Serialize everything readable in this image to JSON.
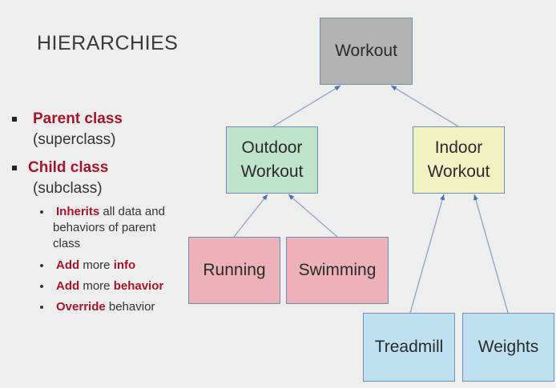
{
  "title": "HIERARCHIES",
  "bullets": {
    "parent_label": "Parent class",
    "parent_sub": "(superclass)",
    "child_label": "Child class",
    "child_sub": "(subclass)",
    "items": [
      {
        "emph": "Inherits",
        "rest_line1": " all data and",
        "rest_line2": "behaviors of parent",
        "rest_line3": "class"
      },
      {
        "emph": "Add",
        "mid": " more ",
        "emph2": "info"
      },
      {
        "emph": "Add",
        "mid": " more ",
        "emph2": "behavior"
      },
      {
        "emph": "Override",
        "rest": " behavior"
      }
    ]
  },
  "diagram": {
    "nodes": {
      "workout": "Workout",
      "outdoor_line1": "Outdoor",
      "outdoor_line2": "Workout",
      "indoor_line1": "Indoor",
      "indoor_line2": "Workout",
      "running": "Running",
      "swimming": "Swimming",
      "treadmill": "Treadmill",
      "weights": "Weights"
    },
    "edge_color": "#8fa9c8",
    "arrow_color": "#4a72b0"
  },
  "colors": {
    "emphasis": "#a0162a",
    "workout_fill": "#b3b3b3",
    "outdoor_fill": "#bfe3cd",
    "indoor_fill": "#f1f2c4",
    "outdoor_children_fill": "#edb2b9",
    "indoor_children_fill": "#bfe0f1"
  }
}
